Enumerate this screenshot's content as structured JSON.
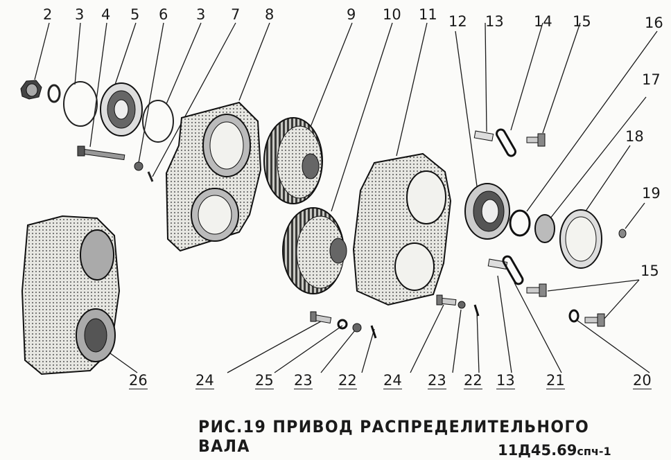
{
  "caption": "РИС.19   ПРИВОД РАСПРЕДЕЛИТЕЛЬНОГО ВАЛА",
  "code_main": "11Д45.69",
  "code_suffix": "спч-1",
  "labels": {
    "p2": "2",
    "p3a": "3",
    "p4": "4",
    "p5": "5",
    "p6": "6",
    "p3b": "3",
    "p7": "7",
    "p8": "8",
    "p9": "9",
    "p10": "10",
    "p11": "11",
    "p12": "12",
    "p13a": "13",
    "p14": "14",
    "p15a": "15",
    "p16": "16",
    "p17": "17",
    "p18": "18",
    "p19": "19",
    "p15b": "15",
    "p20": "20",
    "p21": "21",
    "p13b": "13",
    "p22b": "22",
    "p23b": "23",
    "p24b": "24",
    "p22a": "22",
    "p23a": "23",
    "p25": "25",
    "p24a": "24",
    "p26": "26"
  },
  "colors": {
    "ink": "#1a1a1a",
    "paper": "#fbfbf9",
    "shade": "#8a8a86"
  }
}
